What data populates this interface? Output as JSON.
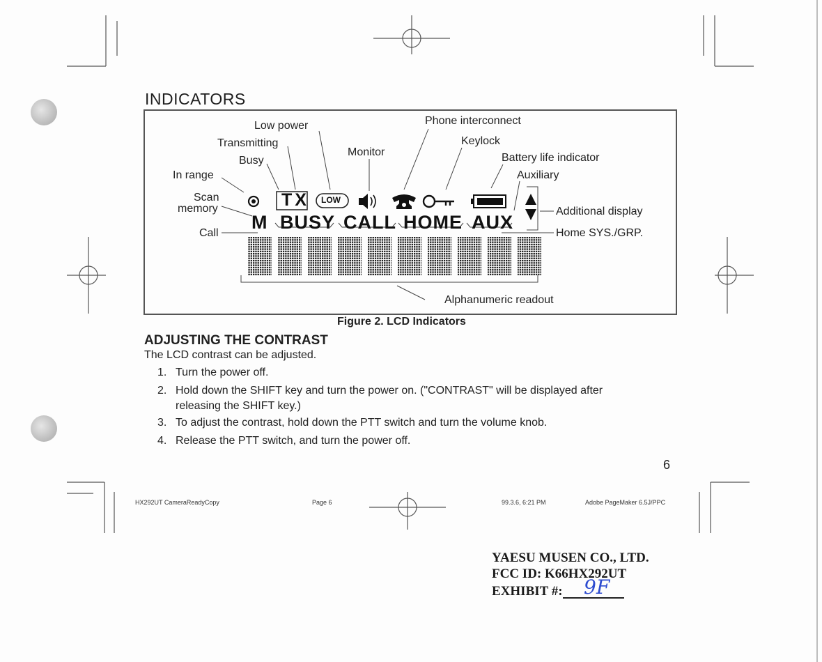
{
  "heading": "INDICATORS",
  "labels": {
    "low_power": "Low power",
    "phone_interconnect": "Phone interconnect",
    "transmitting": "Transmitting",
    "keylock": "Keylock",
    "monitor": "Monitor",
    "busy": "Busy",
    "battery": "Battery life indicator",
    "in_range": "In range",
    "auxiliary": "Auxiliary",
    "scan_memory_1": "Scan",
    "scan_memory_2": "memory",
    "additional_display": "Additional display",
    "call": "Call",
    "home_sys": "Home SYS./GRP.",
    "alphanumeric": "Alphanumeric readout"
  },
  "lcd": {
    "tx": "TX",
    "low": "LOW",
    "m": "M",
    "busy": "BUSY",
    "call": "CALL",
    "home": "HOME",
    "aux": "AUX",
    "char_cells": 10
  },
  "figure_caption": "Figure 2. LCD Indicators",
  "contrast": {
    "heading": "ADJUSTING THE CONTRAST",
    "intro": "The LCD contrast can be adjusted.",
    "steps": [
      {
        "num": "1.",
        "lines": [
          "Turn the power off."
        ]
      },
      {
        "num": "2.",
        "lines": [
          "Hold down the SHIFT key and turn the power on. (\"CONTRAST\" will be displayed after",
          "releasing the SHIFT key.)"
        ]
      },
      {
        "num": "3.",
        "lines": [
          "To adjust the contrast, hold down the PTT switch and turn the volume knob."
        ]
      },
      {
        "num": "4.",
        "lines": [
          "Release the PTT switch, and turn the power off."
        ]
      }
    ]
  },
  "page_number": "6",
  "footer": {
    "file": "HX292UT CameraReadyCopy",
    "page": "Page 6",
    "date": "99.3.6, 6:21 PM",
    "app": "Adobe PageMaker 6.5J/PPC"
  },
  "stamp": {
    "company": "YAESU MUSEN CO., LTD.",
    "fcc": "FCC ID:  K66HX292UT",
    "exhibit_label": "EXHIBIT #:",
    "exhibit_value": "9F"
  }
}
